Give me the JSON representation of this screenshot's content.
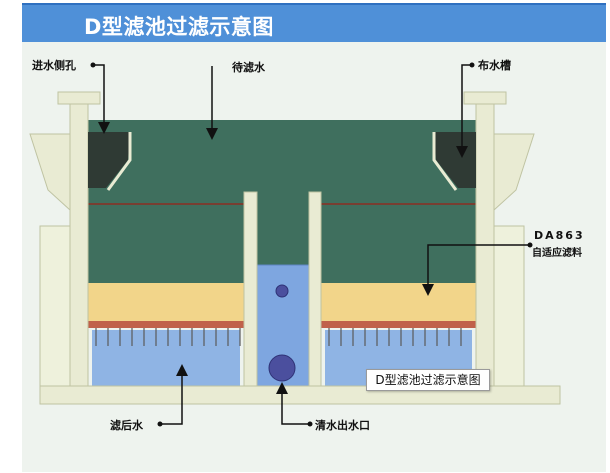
{
  "title": "D型滤池过滤示意图",
  "labels": {
    "inlet_side_hole": "进水侧孔",
    "water_to_filter": "待滤水",
    "distribution_trough": "布水槽",
    "media_model": "DA863",
    "media_name": "自适应滤料",
    "filtered_water": "滤后水",
    "clear_water_outlet": "清水出水口"
  },
  "caption": "D型滤池过滤示意图",
  "colors": {
    "title_bar": "#4f90d8",
    "panel": "#eef3ee",
    "raw_water": "#3f6f5e",
    "filter_media": "#f2d58a",
    "filtered_water": "#8fb4e4",
    "concrete": "#e9ebd3",
    "plate": "#c0614a",
    "trough": "#2f3a34",
    "water_line": "#8b2f22"
  }
}
